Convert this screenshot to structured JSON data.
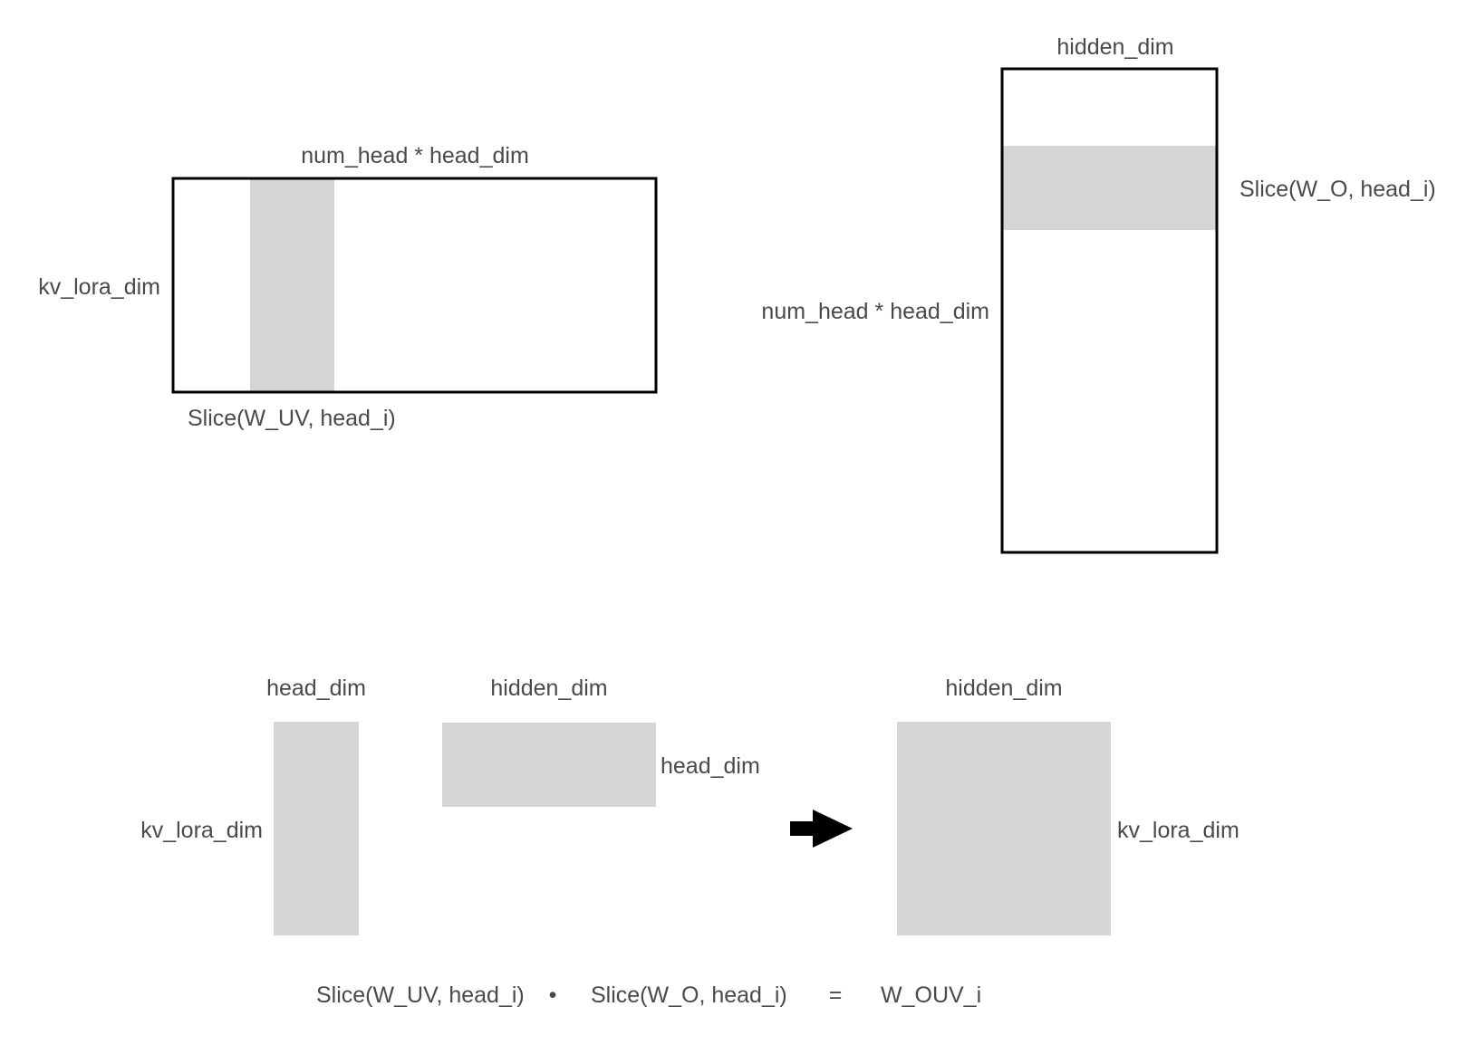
{
  "colors": {
    "outline": "#000000",
    "slice_fill": "#d5d5d5",
    "label_text": "#4a4a4a",
    "background": "#ffffff"
  },
  "w_uv_matrix": {
    "top_label": "num_head * head_dim",
    "left_label": "kv_lora_dim",
    "slice_label": "Slice(W_UV, head_i)"
  },
  "w_o_matrix": {
    "top_label": "hidden_dim",
    "left_label": "num_head * head_dim",
    "slice_label": "Slice(W_O, head_i)"
  },
  "uv_slice": {
    "top_label": "head_dim",
    "left_label": "kv_lora_dim"
  },
  "o_slice": {
    "top_label": "hidden_dim",
    "right_label": "head_dim"
  },
  "result": {
    "top_label": "hidden_dim",
    "right_label": "kv_lora_dim"
  },
  "equation": {
    "lhs": "Slice(W_UV, head_i)",
    "operator": "•",
    "rhs": "Slice(W_O, head_i)",
    "equals": "=",
    "result": "W_OUV_i"
  }
}
